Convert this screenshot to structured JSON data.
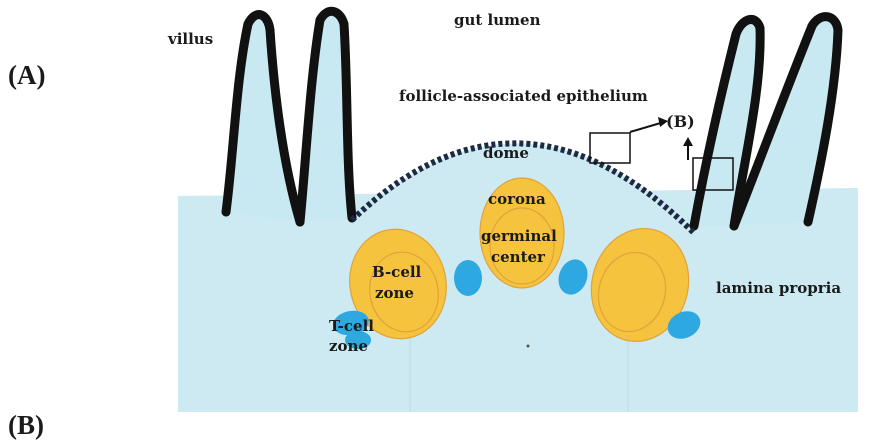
{
  "panels": {
    "a": "(A)",
    "b": "(B)"
  },
  "labels": {
    "villus": "villus",
    "gut_lumen": "gut lumen",
    "fae": "follicle-associated epithelium",
    "inset_ref": "(B)",
    "dome": "dome",
    "corona": "corona",
    "germinal_line1": "germinal",
    "germinal_line2": "center",
    "bcell_line1": "B-cell",
    "bcell_line2": "zone",
    "tcell_line1": "T-cell",
    "tcell_line2": "zone",
    "lamina_propria": "lamina propria"
  },
  "colors": {
    "tissue": "#cdeaf2",
    "villus_fill": "#c9e9f2",
    "outline": "#111111",
    "follicle_fill": "#f6c33e",
    "follicle_inner": "#e0a23a",
    "tcell": "#2ea8e0"
  }
}
